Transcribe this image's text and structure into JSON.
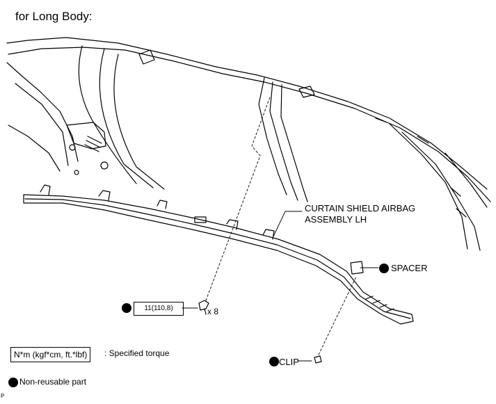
{
  "title": "for Long Body:",
  "callouts": {
    "airbag_line1": "CURTAIN SHIELD AIRBAG",
    "airbag_line2": "ASSEMBLY LH",
    "spacer": "SPACER",
    "clip": "CLIP"
  },
  "torque": {
    "value": "11(110,8)",
    "quantity": "x 8"
  },
  "legend": {
    "torque_unit": "N*m (kgf*cm, ft.*lbf)",
    "torque_label": ": Specified torque",
    "nonreusable": "Non-reusable part"
  },
  "code": "P"
}
